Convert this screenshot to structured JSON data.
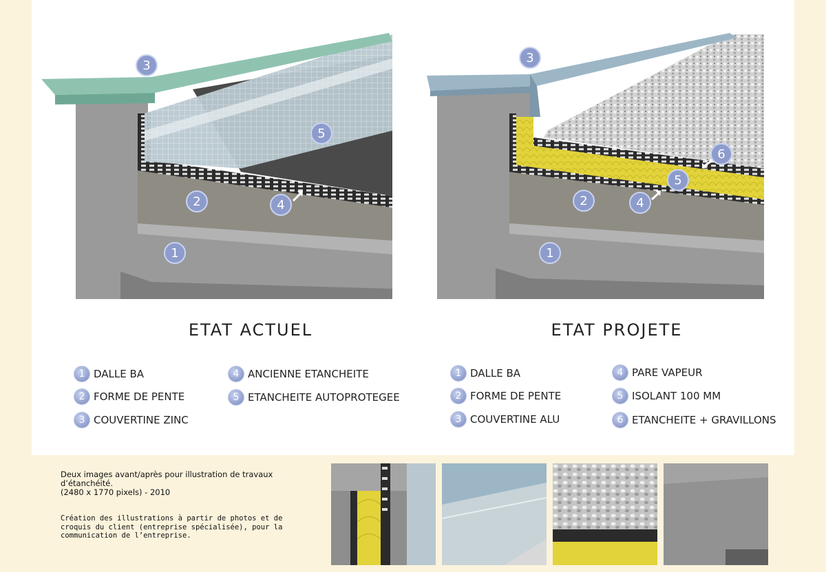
{
  "states": {
    "before": {
      "title": "ETAT  ACTUEL",
      "legend": [
        {
          "num": "1",
          "label": "DALLE BA"
        },
        {
          "num": "2",
          "label": "FORME DE PENTE"
        },
        {
          "num": "3",
          "label": "COUVERTINE ZINC"
        },
        {
          "num": "4",
          "label": "ANCIENNE ETANCHEITE"
        },
        {
          "num": "5",
          "label": "ETANCHEITE AUTOPROTEGEE"
        }
      ]
    },
    "after": {
      "title": "ETAT  PROJETE",
      "legend": [
        {
          "num": "1",
          "label": "DALLE BA"
        },
        {
          "num": "2",
          "label": "FORME DE PENTE"
        },
        {
          "num": "3",
          "label": "COUVERTINE ALU"
        },
        {
          "num": "4",
          "label": "PARE VAPEUR"
        },
        {
          "num": "5",
          "label": "ISOLANT 100 MM"
        },
        {
          "num": "6",
          "label": "ETANCHEITE + GRAVILLONS"
        }
      ]
    }
  },
  "caption": {
    "line1": "Deux images avant/après pour illustration de travaux d’étanchéité.",
    "line2": "(2480 x 1770 pixels) - 2010",
    "line3": "Création des illustrations à partir de photos et de croquis du client (entreprise spécialisée), pour la communication de l’entreprise."
  },
  "colors": {
    "concrete": "#9a9a9a",
    "screed": "#8f8c84",
    "zinc": "#8fc3b0",
    "alu": "#9cb6c6",
    "insulation": "#e2d33a",
    "badge": "#8d9ccc",
    "background": "#fbf3dc"
  }
}
